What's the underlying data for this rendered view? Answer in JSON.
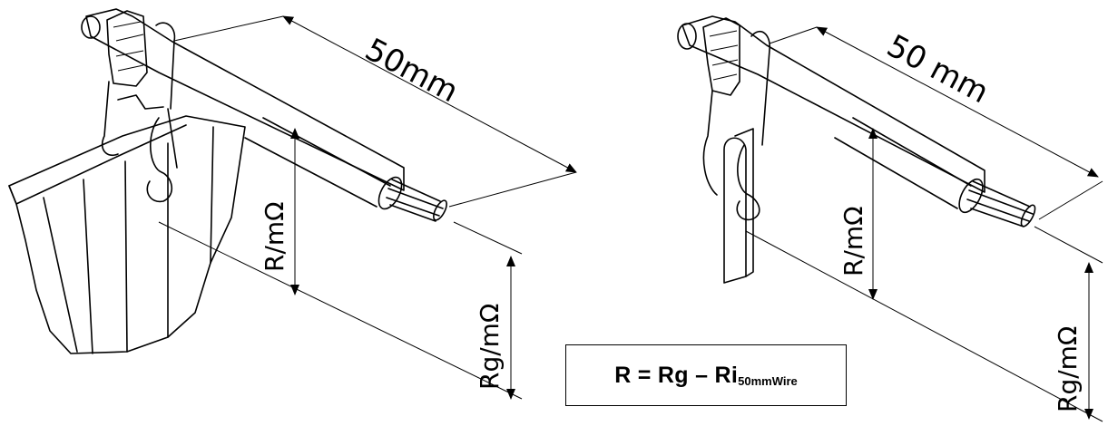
{
  "left_figure": {
    "length_label": "50mm",
    "r_label": "R/mΩ",
    "rg_label": "Rg/mΩ"
  },
  "right_figure": {
    "length_label": "50 mm",
    "r_label": "R/mΩ",
    "rg_label": "Rg/mΩ"
  },
  "formula": {
    "main": "R = Rg – Ri",
    "subscript": "50mmWire"
  }
}
